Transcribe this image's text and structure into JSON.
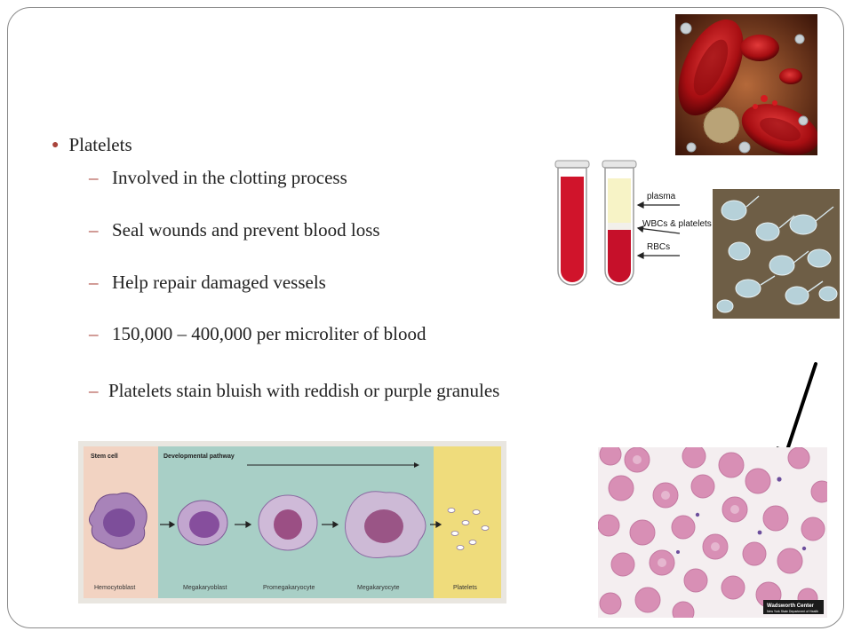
{
  "slide": {
    "bullet": "Platelets",
    "sub_bullets": [
      "Involved in the clotting process",
      "Seal wounds and prevent blood loss",
      "Help repair damaged vessels",
      "150,000 – 400,000 per microliter of blood",
      "Platelets stain bluish with reddish or purple granules"
    ]
  },
  "tube_diagram": {
    "labels": [
      "plasma",
      "WBCs & platelets",
      "RBCs"
    ]
  },
  "pathway_diagram": {
    "stage_headers": [
      "Stem cell",
      "Developmental pathway"
    ],
    "cell_labels": [
      "Hemocytoblast",
      "Megakaryoblast",
      "Promegakaryocyte",
      "Megakaryocyte",
      "Platelets"
    ]
  },
  "smear_image": {
    "logo_title": "Wadsworth Center",
    "logo_subtitle": "New York State Department of Health"
  },
  "colors": {
    "bullet_accent": "#a9443b",
    "frame": "#8a8a8a",
    "blood_red": "#d0142b",
    "pathway_bg": "#a8cfc6",
    "stem_bg": "#f2d3c2",
    "platelet_bg": "#efdc7c"
  },
  "icons": [
    "arrow-pointer-icon"
  ]
}
